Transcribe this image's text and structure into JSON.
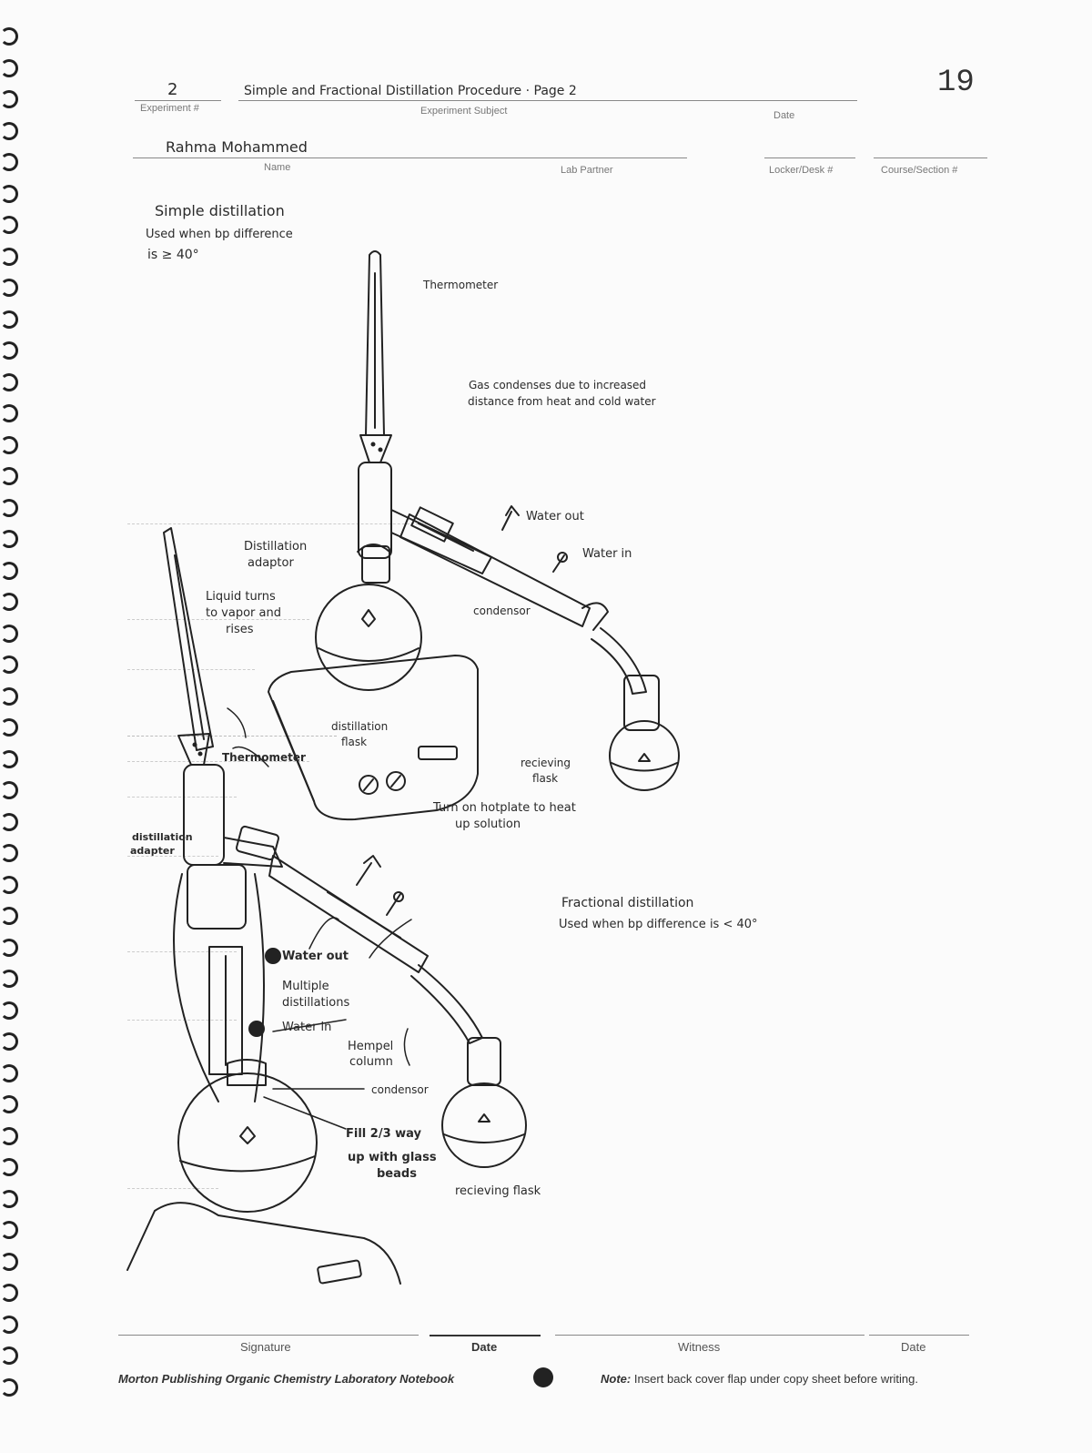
{
  "page_number": "19",
  "header": {
    "experiment_num": "2",
    "experiment_num_label": "Experiment #",
    "subject": "Simple and Fractional Distillation Procedure · Page 2",
    "subject_label": "Experiment Subject",
    "date_label": "Date",
    "name": "Rahma Mohammed",
    "name_label": "Name",
    "lab_partner_label": "Lab Partner",
    "locker_label": "Locker/Desk #",
    "course_label": "Course/Section #"
  },
  "simple": {
    "title": "Simple distillation",
    "note_line1": "Used when bp difference",
    "note_line2": "is ≥ 40°",
    "thermometer": "Thermometer",
    "gas_note1": "Gas condenses due to increased",
    "gas_note2": "distance from heat and cold water",
    "water_out": "Water out",
    "water_in": "Water in",
    "adaptor1": "Distillation",
    "adaptor2": "adaptor",
    "liquid1": "Liquid turns",
    "liquid2": "to vapor and",
    "liquid3": "rises",
    "condensor": "condensor",
    "flask1": "distillation",
    "flask2": "flask",
    "receiving1": "recieving",
    "receiving2": "flask",
    "hotplate1": "Turn on hotplate to heat",
    "hotplate2": "up solution"
  },
  "fractional": {
    "title": "Fractional distillation",
    "note": "Used when bp difference is < 40°",
    "thermometer": "Thermometer",
    "adaptor1": "distillation",
    "adaptor2": "adapter",
    "water_out": "Water out",
    "water_in": "Water in",
    "multiple1": "Multiple",
    "multiple2": "distillations",
    "hempel1": "Hempel",
    "hempel2": "column",
    "condensor": "condensor",
    "fill1": "Fill 2/3 way",
    "fill2": "up with glass",
    "fill3": "beads",
    "receiving": "recieving flask"
  },
  "footer": {
    "signature": "Signature",
    "date1": "Date",
    "witness": "Witness",
    "date2": "Date",
    "publisher": "Morton Publishing Organic Chemistry Laboratory Notebook",
    "note_prefix": "Note:",
    "note": "Insert back cover flap under copy sheet before writing."
  }
}
